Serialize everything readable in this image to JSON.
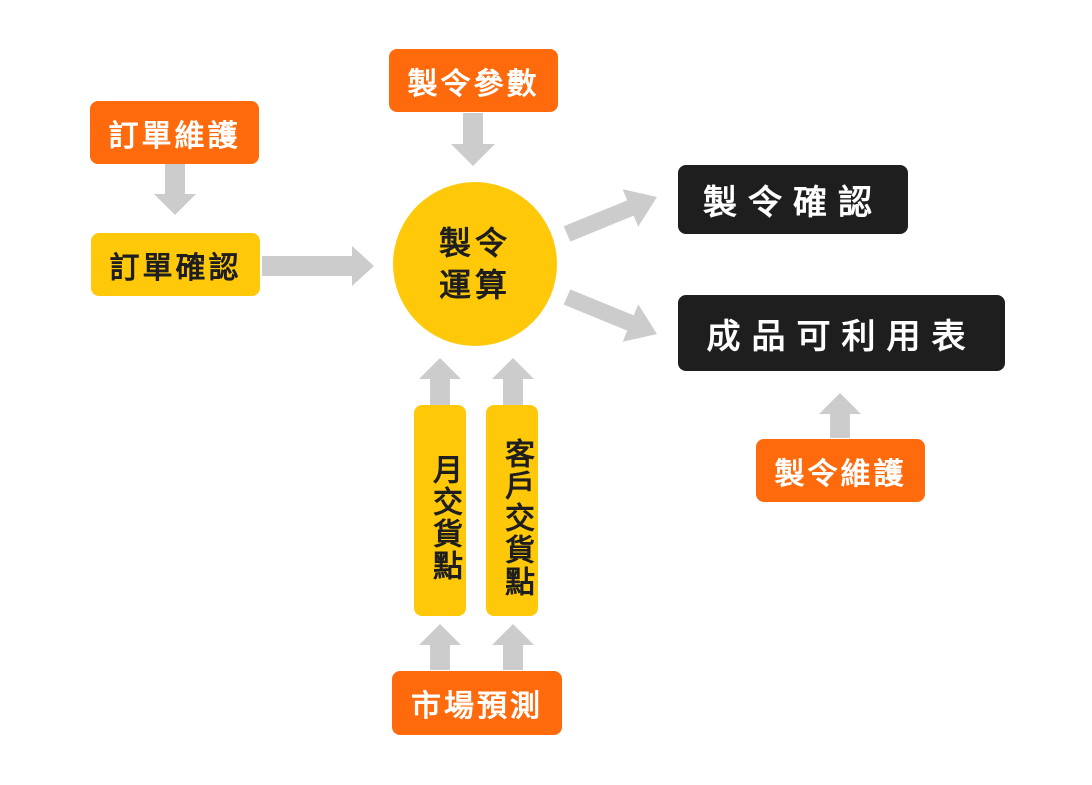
{
  "colors": {
    "orange": "#ff6a0d",
    "yellow": "#ffc90a",
    "black": "#1e1e1e",
    "arrow": "#cccccc"
  },
  "nodes": {
    "order_maintenance": "訂單維護",
    "order_confirmation": "訂單確認",
    "mo_parameters": "製令參數",
    "mo_calculation_line1": "製令",
    "mo_calculation_line2": "運算",
    "monthly_delivery": "月交貨點",
    "customer_delivery": "客戶交貨點",
    "market_forecast": "市場預測",
    "mo_confirmation": "製令確認",
    "finished_goods_availability": "成品可利用表",
    "mo_maintenance": "製令維護"
  }
}
